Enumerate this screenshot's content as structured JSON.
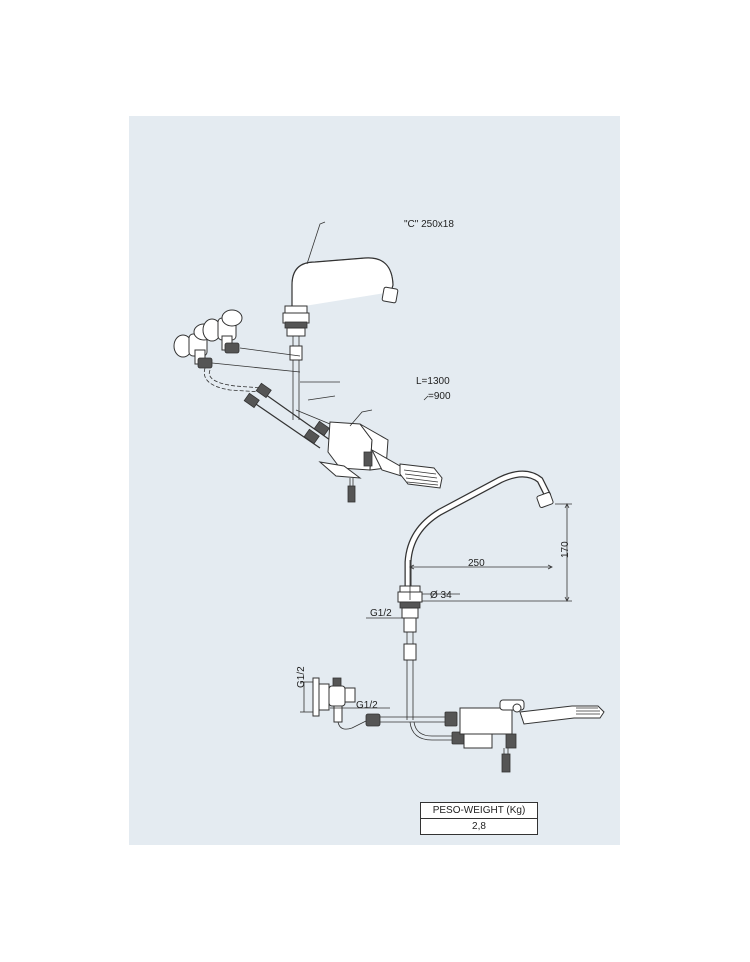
{
  "labels": {
    "spout": "\"C\" 250x18",
    "hose_long": "L=1300",
    "hose_short": "=900",
    "width": "250",
    "height": "170",
    "diameter": "Ø 34",
    "thread_top": "G1/2",
    "thread_valve_v": "G1/2",
    "thread_valve_h": "G1/2"
  },
  "weight_table": {
    "header": "PESO-WEIGHT (Kg)",
    "value": "2,8"
  },
  "colors": {
    "panel": "#e4ebf1",
    "line": "#333333"
  }
}
